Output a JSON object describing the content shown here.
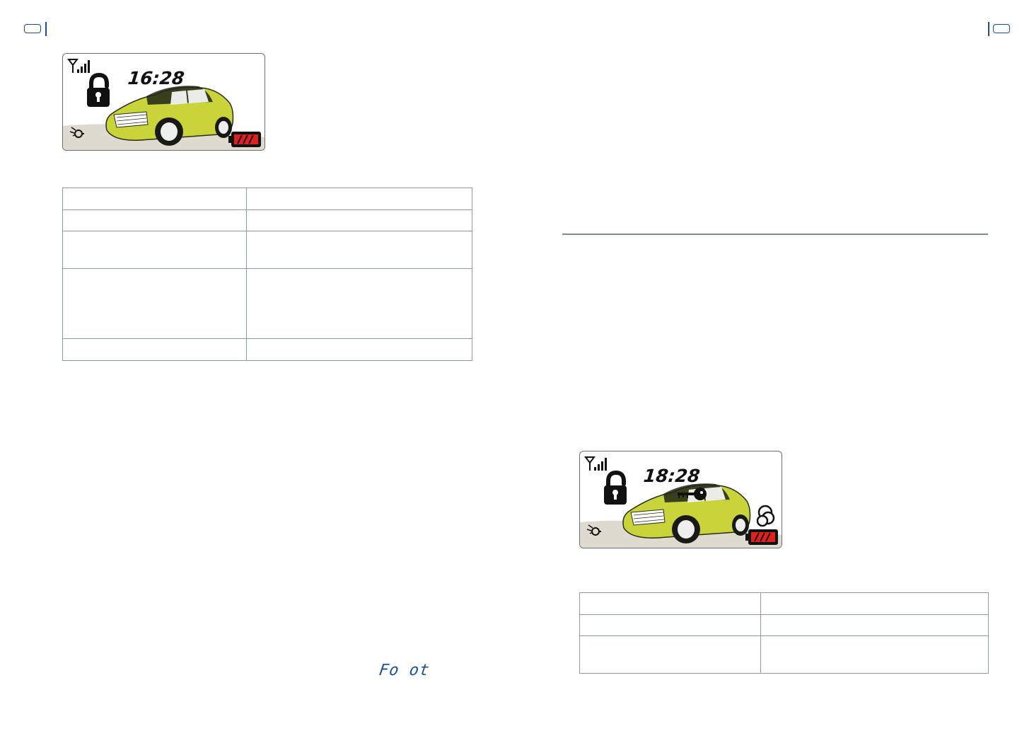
{
  "left_page": {
    "lcd": {
      "time": "16:28",
      "icons": [
        "signal-strength-icon",
        "padlock-locked-icon",
        "car-icon",
        "sound-icon",
        "battery-icon"
      ]
    },
    "table": {
      "rows": [
        [
          "",
          ""
        ],
        [
          "",
          ""
        ],
        [
          "",
          ""
        ],
        [
          "",
          ""
        ],
        [
          "",
          ""
        ]
      ]
    },
    "lcd_text": "Fo ot"
  },
  "right_page": {
    "lcd": {
      "time": "18:28",
      "icons": [
        "signal-strength-icon",
        "padlock-locked-icon",
        "car-icon",
        "key-icon",
        "exhaust-smoke-icon",
        "sound-icon",
        "battery-icon"
      ]
    },
    "table": {
      "rows": [
        [
          "",
          ""
        ],
        [
          "",
          ""
        ],
        [
          "",
          ""
        ]
      ]
    }
  },
  "colors": {
    "car_body": "#c8d43a",
    "battery_fill": "#e02020",
    "rule_line": "#7b9194",
    "accent_blue": "#1f4f8a"
  }
}
